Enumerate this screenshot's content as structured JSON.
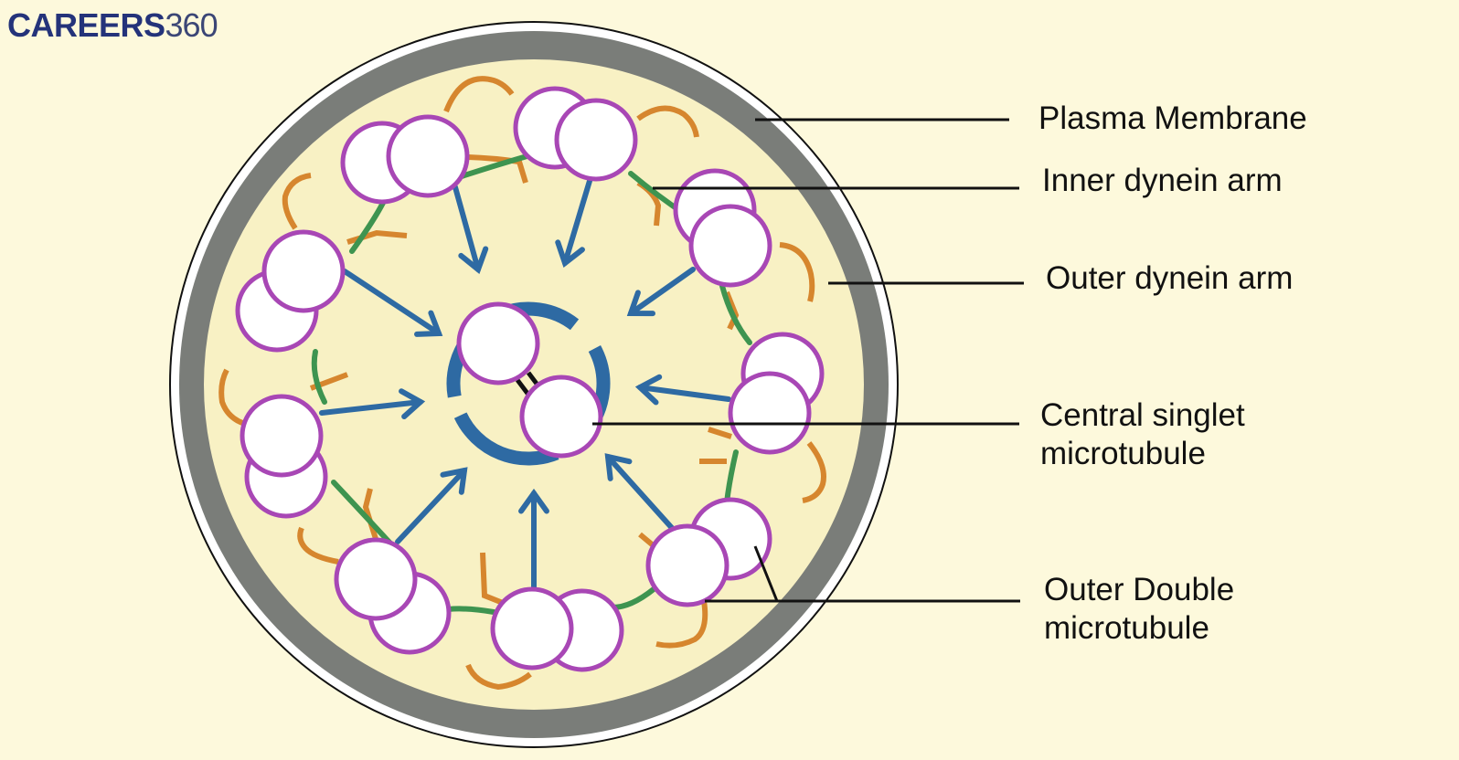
{
  "logo": {
    "brand": "CAREERS",
    "number": "360"
  },
  "diagram": {
    "subject": "Cross-section of an axoneme (9+2 arrangement)",
    "outer_doublet_count": 9,
    "central_singlet_count": 2,
    "labels": {
      "plasma_membrane": "Plasma Membrane",
      "inner_dynein_arm": "Inner dynein arm",
      "outer_dynein_arm": "Outer dynein arm",
      "central_singlet_line1": "Central singlet",
      "central_singlet_line2": "microtubule",
      "outer_double_line1": "Outer Double",
      "outer_double_line2": "microtubule"
    },
    "colors": {
      "background": "#fdf9dc",
      "cell_fill": "#f8f1c4",
      "membrane": "#7a7d79",
      "microtubule_outline": "#a847b5",
      "microtubule_fill": "#ffffff",
      "radial_spoke": "#2e6aa3",
      "central_sheath": "#2e6aa3",
      "nexin_link": "#3e9450",
      "dynein_arm": "#d6862e",
      "leader_line": "#111111",
      "logo_brand": "#24337a"
    }
  }
}
